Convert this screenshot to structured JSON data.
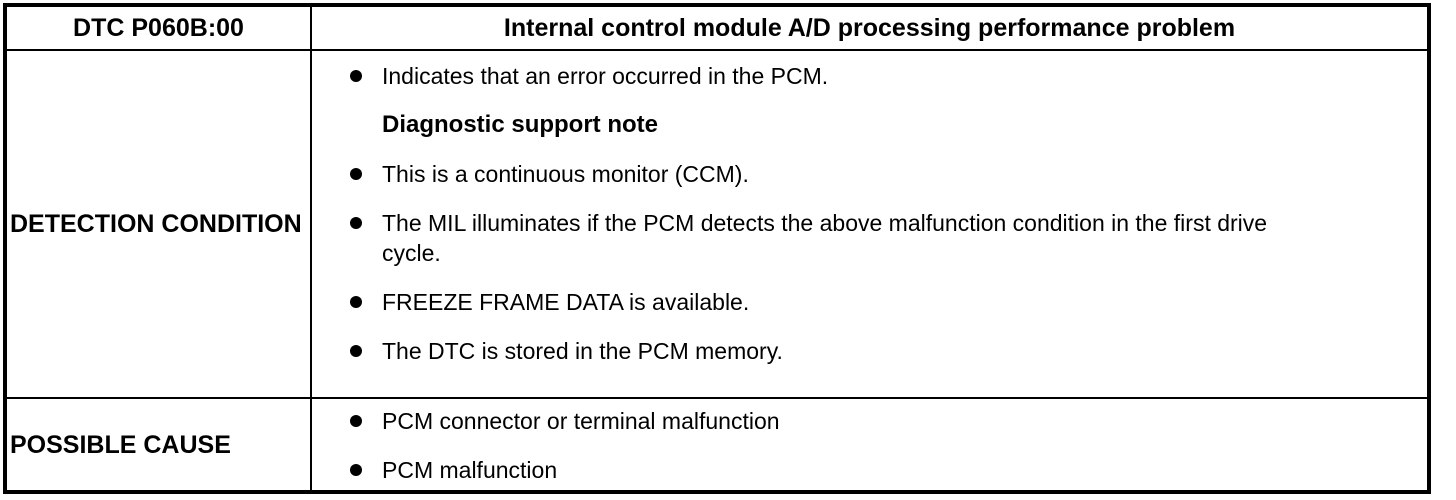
{
  "colors": {
    "border": "#000000",
    "text": "#000000",
    "background": "#ffffff"
  },
  "header": {
    "dtc_code": "DTC P060B:00",
    "title": "Internal control module A/D processing performance problem"
  },
  "sections": [
    {
      "label": "DETECTION CONDITION",
      "items": [
        {
          "type": "bullet",
          "text": "Indicates that an error occurred in the PCM."
        },
        {
          "type": "heading",
          "text": "Diagnostic support note"
        },
        {
          "type": "bullet",
          "text": "This is a continuous monitor (CCM)."
        },
        {
          "type": "bullet",
          "text": "The MIL illuminates if the PCM detects the above malfunction condition in the first drive cycle."
        },
        {
          "type": "bullet",
          "text": "FREEZE FRAME DATA is available."
        },
        {
          "type": "bullet",
          "text": "The DTC is stored in the PCM memory."
        }
      ]
    },
    {
      "label": "POSSIBLE CAUSE",
      "items": [
        {
          "type": "bullet",
          "text": "PCM connector or terminal malfunction"
        },
        {
          "type": "bullet",
          "text": "PCM malfunction"
        }
      ]
    }
  ]
}
